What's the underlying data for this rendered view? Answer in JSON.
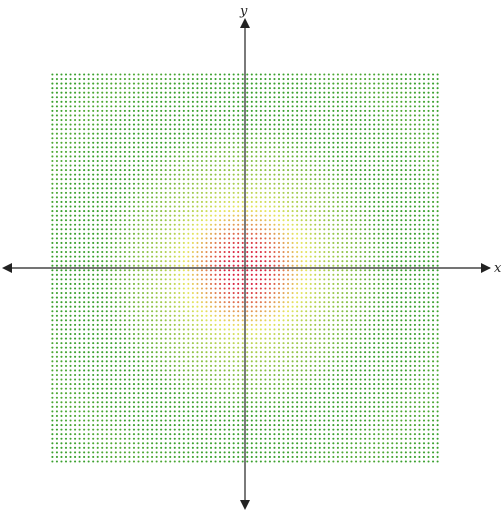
{
  "chart_data": {
    "type": "scatter",
    "description_free": true,
    "xlabel": "x",
    "ylabel": "y",
    "grid": false,
    "legend": "none",
    "xlim": [
      -5,
      5
    ],
    "ylim": [
      -5,
      5
    ],
    "grid_points": {
      "x_start": -5,
      "x_end": 5,
      "y_start": -5,
      "y_end": 5,
      "count_per_side": 86
    },
    "value_model": {
      "center": [
        0,
        0
      ],
      "peak": 1,
      "falloff_sigma": 1.4
    },
    "color_scale": {
      "low": "#3aa02e",
      "mid": "#e8e860",
      "high": "#d9253f"
    },
    "colors": {
      "axis": "#222222"
    }
  }
}
